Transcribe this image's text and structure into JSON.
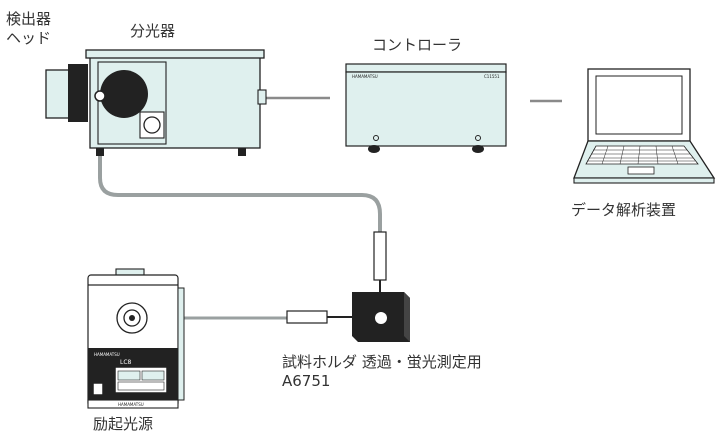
{
  "labels": {
    "detector_head_line1": "検出器",
    "detector_head_line2": "ヘッド",
    "spectrometer": "分光器",
    "controller": "コントローラ",
    "data_analysis": "データ解析装置",
    "sample_holder_line1": "試料ホルダ 透過・蛍光測定用",
    "sample_holder_line2": "A6751",
    "excitation_source": "励起光源"
  },
  "device_text": {
    "controller_brand": "HAMAMATSU",
    "controller_model": "C11551",
    "source_brand": "HAMAMATSU",
    "source_panel": "LC8"
  },
  "colors": {
    "device_body": "#dff0ee",
    "outline": "#222222",
    "cable": "#8a8a8a",
    "fiber": "#9aa0a0"
  }
}
